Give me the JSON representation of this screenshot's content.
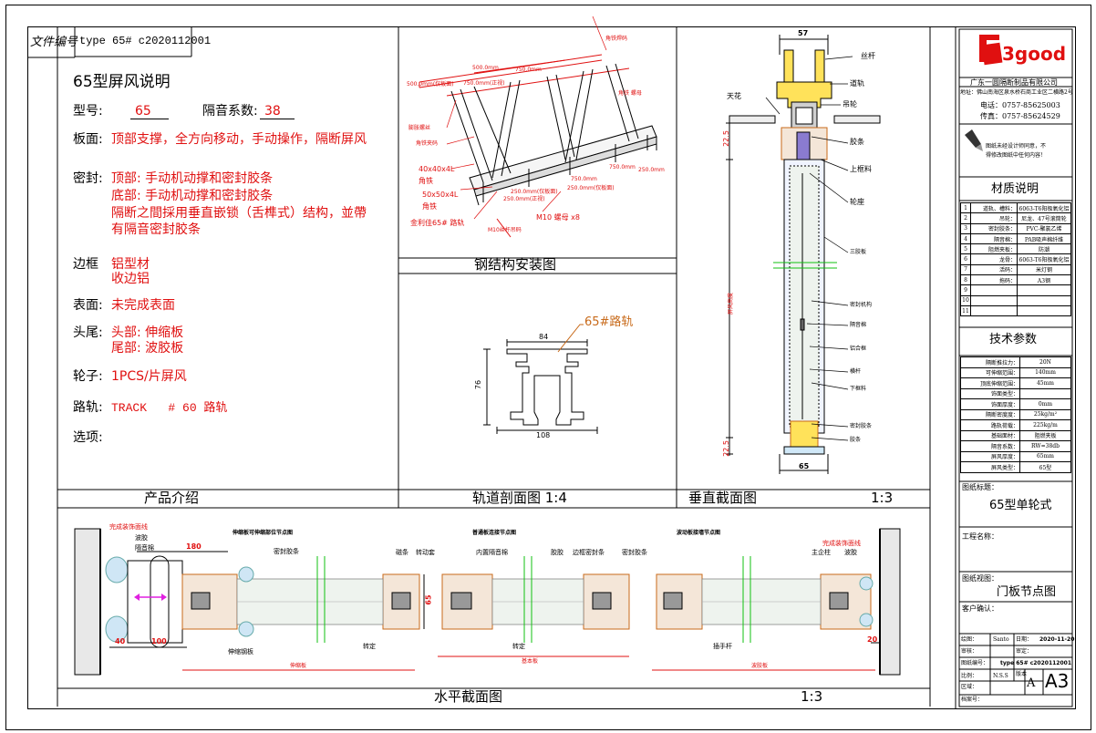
{
  "doc_no": {
    "label": "文件编号",
    "value": "type 65# c2020112001"
  },
  "left_panel": {
    "title": "65型屏风说明",
    "model_label": "型号:",
    "model_value": "65",
    "acoustic_label": "隔音系数:",
    "acoustic_value": "38",
    "panel_label": "板面:",
    "panel_text": "顶部支撑，全方向移动，手动操作，隔断屏风",
    "seal_label": "密封:",
    "seal_top": "顶部: 手动机动撑和密封胶条",
    "seal_bottom": "底部: 手动机动撑和密封胶条",
    "seal_between_1": "隔断之間採用垂直嵌锁（舌榫式）结构，並帶",
    "seal_between_2": "有隔音密封胶条",
    "edge_label": "边框",
    "edge_1": "铝型材",
    "edge_2": "收边铝",
    "surface_label": "表面:",
    "surface_value": "未完成表面",
    "ends_label": "头尾:",
    "ends_head": "头部: 伸缩板",
    "ends_tail": "尾部: 波胶板",
    "wheel_label": "轮子:",
    "wheel_value": "1PCS/片屏风",
    "track_label": "路轨:",
    "track_value": "TRACK   # 60 路轨",
    "options_label": "选项:",
    "footer": "产品介绍"
  },
  "steel_panel": {
    "footer": "钢结构安装图",
    "labels": [
      "角铁焊码",
      "500.0mm(仅板面)",
      "500.0mm",
      "750.0mm",
      "750.0mm(正视)",
      "角铁 螺母",
      "膨胀螺丝",
      "角铁夹码",
      "40x40x4L",
      "角铁",
      "50x50x4L",
      "角铁",
      "金利佳65# 路轨",
      "M10 螺母 x8",
      "M10丝杆吊码",
      "750.0mm",
      "250.0mm",
      "750.0mm",
      "250.0mm(仅板面)",
      "250.0mm(仅板面)",
      "250.0mm(正视)"
    ]
  },
  "track_panel": {
    "footer": "轨道剖面图 1:4",
    "rail_label": "65#路轨",
    "dim_width_top": "84",
    "dim_height": "76",
    "dim_width_bottom": "108"
  },
  "vertical_panel": {
    "footer": "垂直截面图",
    "scale": "1:3",
    "dim_top": "57",
    "dim_bottom": "65",
    "dim_225_top": "22.5",
    "dim_225_bottom": "22.5",
    "labels": [
      "丝杆",
      "道轨",
      "吊轮",
      "天花",
      "胶条",
      "上框料",
      "轮座",
      "三胶板",
      "屏风高度",
      "密封机构",
      "隔音棉",
      "铝合框",
      "横杆",
      "下框料",
      "密封胶条",
      "胶条"
    ]
  },
  "horizontal_panel": {
    "footer": "水平截面图",
    "scale": "1:3",
    "labels": [
      "完成装饰面线",
      "波胶",
      "隔音棉",
      "180",
      "密封胶条",
      "伸缩板可伸缩部位节点图",
      "普通板连接节点图",
      "波动板接墙节点图",
      "磁条",
      "转动套",
      "内置隔音棉",
      "胶胶",
      "边框密封条",
      "密封胶条",
      "主企柱",
      "波胶",
      "完成装饰面线",
      "65",
      "40",
      "100",
      "伸缩钢板",
      "转定",
      "转定",
      "插手杆",
      "20",
      "伸缩板",
      "基本板",
      "波胶板"
    ]
  },
  "title_block": {
    "company": "广东一圆隔断制品有限公司",
    "address": "地址：佛山南海区泉水桥石商工业区二横路2号",
    "phone": "电话：0757-85625003",
    "fax": "传真：0757-85624529",
    "note_1": "图纸未经设计师同意，不",
    "note_2": "得修改图纸中任何内容！",
    "materials_title": "材质说明",
    "materials": [
      {
        "n": "1",
        "k": "道轨、槽料：",
        "v": "6063-T6阳极氧化铝"
      },
      {
        "n": "2",
        "k": "吊轮：",
        "v": "尼龙、47号滚筒轮"
      },
      {
        "n": "3",
        "k": "密封胶条：",
        "v": "PVC-聚氯乙烯"
      },
      {
        "n": "4",
        "k": "隔音棉：",
        "v": "PAB吸声棉纤维"
      },
      {
        "n": "5",
        "k": "阻燃夹板：",
        "v": "防潮"
      },
      {
        "n": "6",
        "k": "龙骨：",
        "v": "6063-T6阳极氧化铝"
      },
      {
        "n": "7",
        "k": "活码：",
        "v": "米灯钢"
      },
      {
        "n": "8",
        "k": "拖码：",
        "v": "A3钢"
      },
      {
        "n": "9",
        "k": "",
        "v": ""
      },
      {
        "n": "10",
        "k": "",
        "v": ""
      },
      {
        "n": "11",
        "k": "",
        "v": ""
      }
    ],
    "params_title": "技术参数",
    "params": [
      {
        "k": "隔断推拉力：",
        "v": "20N"
      },
      {
        "k": "可伸缩范围：",
        "v": "140mm"
      },
      {
        "k": "顶底伸缩范围：",
        "v": "45mm"
      },
      {
        "k": "饰面类型：",
        "v": ""
      },
      {
        "k": "饰面厚度：",
        "v": "0mm"
      },
      {
        "k": "隔断密度度：",
        "v": "25kg/m²"
      },
      {
        "k": "路轨荷载：",
        "v": "225kg/m"
      },
      {
        "k": "基础面材：",
        "v": "阻燃夹板"
      },
      {
        "k": "隔音系数：",
        "v": "RW=38db"
      },
      {
        "k": "屏风厚度：",
        "v": "65mm"
      },
      {
        "k": "屏风类型：",
        "v": "65型"
      }
    ],
    "drawing_title_label": "图纸标题：",
    "drawing_title": "65型单轮式",
    "project_label": "工程名称：",
    "view_label": "图纸视图：",
    "view_value": "门板节点图",
    "client_label": "客户确认：",
    "drawn_label": "绘图：",
    "drawn_value": "Santo",
    "date_label": "日期：",
    "date_value": "2020-11-20",
    "review_label": "审核：",
    "approve_label": "审定：",
    "dwg_no_label": "图纸编号：",
    "dwg_no_value": "type 65# c2020112001",
    "ratio_label": "比例：",
    "ratio_value": "N.S.S",
    "version_label": "版本",
    "version_value": "A",
    "size_value": "A3",
    "floor_label": "区域：",
    "archive_label": "档案号："
  },
  "colors": {
    "red": "#e01010",
    "yellow": "#ffe25a",
    "green": "#10c010",
    "orange": "#c86a1a",
    "magenta": "#e020e0"
  }
}
